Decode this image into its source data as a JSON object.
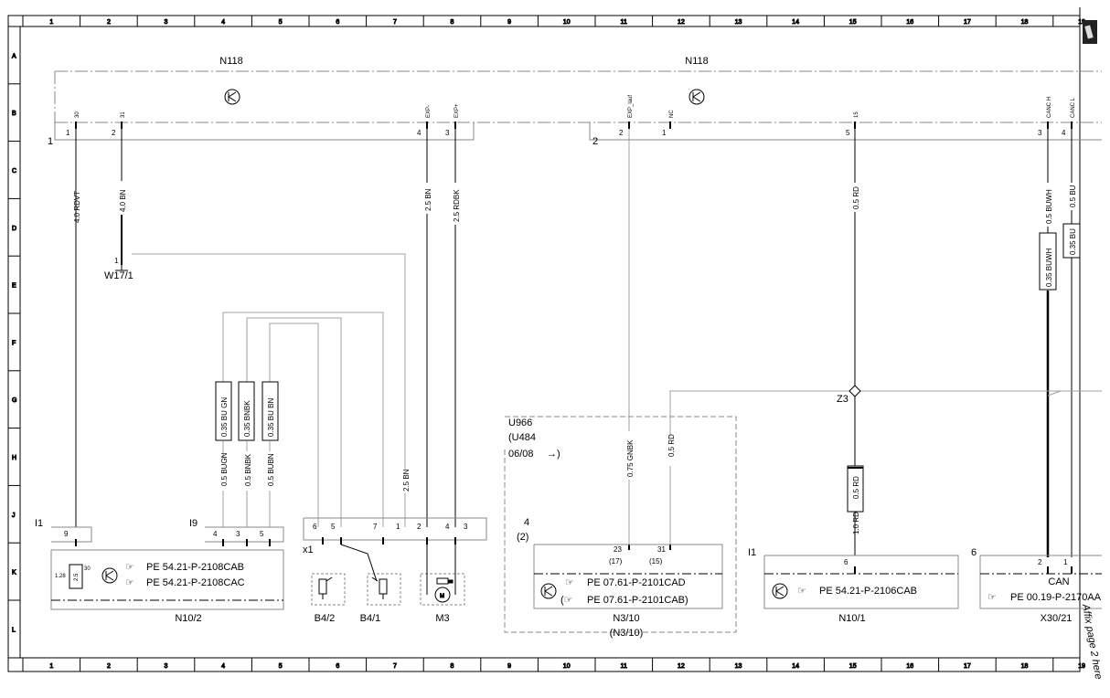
{
  "ruler": {
    "columns": [
      "1",
      "2",
      "3",
      "4",
      "5",
      "6",
      "7",
      "8",
      "9",
      "10",
      "11",
      "12",
      "13",
      "14",
      "15",
      "16",
      "17",
      "18",
      "19"
    ],
    "rows": [
      "A",
      "B",
      "C",
      "D",
      "E",
      "F",
      "G",
      "H",
      "J",
      "K",
      "L"
    ]
  },
  "components": {
    "n118_left": "N118",
    "n118_right": "N118",
    "w17": "W17/1",
    "n10_2": "N10/2",
    "b4_2": "B4/2",
    "b4_1": "B4/1",
    "m3": "M3",
    "n3_10": "N3/10",
    "n3_10_alt": "(N3/10)",
    "n10_1": "N10/1",
    "x30_21": "X30/21",
    "can": "CAN",
    "z3": "Z3",
    "i1_left": "I1",
    "i9": "I9",
    "x1": "x1",
    "i1_right": "I1"
  },
  "connectors": {
    "n118_c1": "1",
    "n118_c2": "2",
    "n10_1_conn": "6",
    "x30_conn": "6"
  },
  "pins": {
    "n118_l": [
      "1",
      "2",
      "4",
      "3"
    ],
    "n118_l_signals": [
      "30",
      "31",
      "EXP-",
      "EXP+"
    ],
    "n118_r": [
      "2",
      "1",
      "5",
      "3",
      "4"
    ],
    "n118_r_signals": [
      "EXP_lauf",
      "NC",
      "15",
      "CANC H",
      "CANC L"
    ],
    "w17_pin": "1",
    "i1": "9",
    "i9": [
      "4",
      "3",
      "5"
    ],
    "x1": [
      "6",
      "5",
      "7",
      "1",
      "2",
      "4",
      "3"
    ],
    "n10_2_internal": [
      "30",
      "1.28"
    ],
    "n3_10": [
      "23",
      "31"
    ],
    "n3_10_alt": [
      "(17)",
      "(15)"
    ],
    "n10_1": "6",
    "x30": [
      "2",
      "1"
    ]
  },
  "wires": {
    "n118_30": "4.0 RDVT",
    "n118_31": "4.0 BN",
    "n118_expm": "2.5 BN",
    "n118_expp": "2.5 RDBK",
    "n118_15": "0.5 RD",
    "can_h": "0.5 BUWH",
    "can_l": "0.5 BU",
    "can_h_small": "0.35 BUWH",
    "can_l_small": "0.35 BU",
    "bugn_small": "0.35 BU GN",
    "bnbk_small": "0.35 BNBK",
    "bubn_small": "0.35 BU BN",
    "bugn": "0.5 BUGN",
    "bnbk": "0.5 BNBK",
    "bubn": "0.5 BUBN",
    "w17_bn": "2.5 BN",
    "gnbk": "0.75 GNBK",
    "rd_n3": "0.5 RD",
    "rd_z3_small": "0.5 RD",
    "rd_n10_1": "1.0 RD",
    "n10_2_fuse": "2.5"
  },
  "variants": {
    "code1": "U966",
    "code2": "(U484",
    "date": "06/08",
    "date_arrow": "→)",
    "bracket_4": "4",
    "bracket_2": "(2)"
  },
  "references": {
    "n10_2_a": "PE 54.21-P-2108CAB",
    "n10_2_b": "PE 54.21-P-2108CAC",
    "n3_10_a": "PE 07.61-P-2101CAD",
    "n3_10_b": "PE 07.61-P-2101CAB)",
    "n10_1": "PE 54.21-P-2106CAB",
    "x30": "PE 00.19-P-2170AA"
  },
  "affix_note": "Affix page 2 here",
  "icons": [
    "ground-symbol-icon",
    "transistor-icon",
    "see-reference-hand-icon",
    "motor-icon",
    "sensor-icon",
    "thumbnail-icon"
  ],
  "colors": {
    "line": "#000000",
    "light_line": "#a0a0a0",
    "box": "#bfbfbf"
  }
}
